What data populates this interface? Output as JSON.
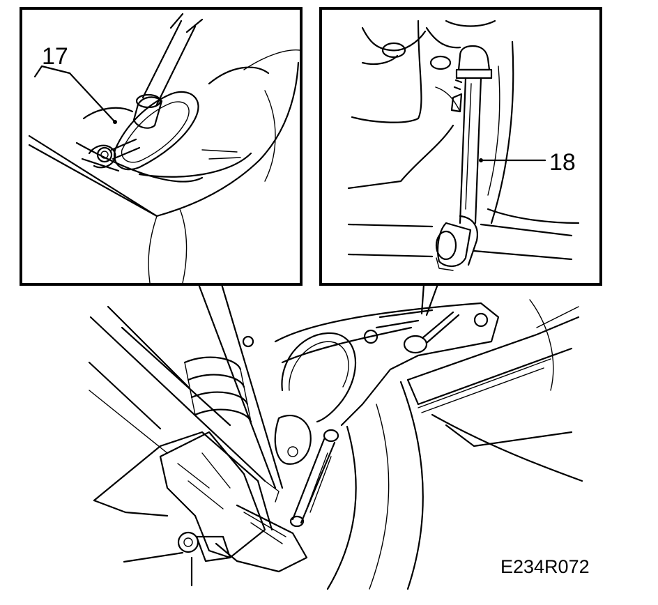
{
  "callouts": {
    "left_number": "17",
    "right_number": "18"
  },
  "figure_code": "E234R072"
}
